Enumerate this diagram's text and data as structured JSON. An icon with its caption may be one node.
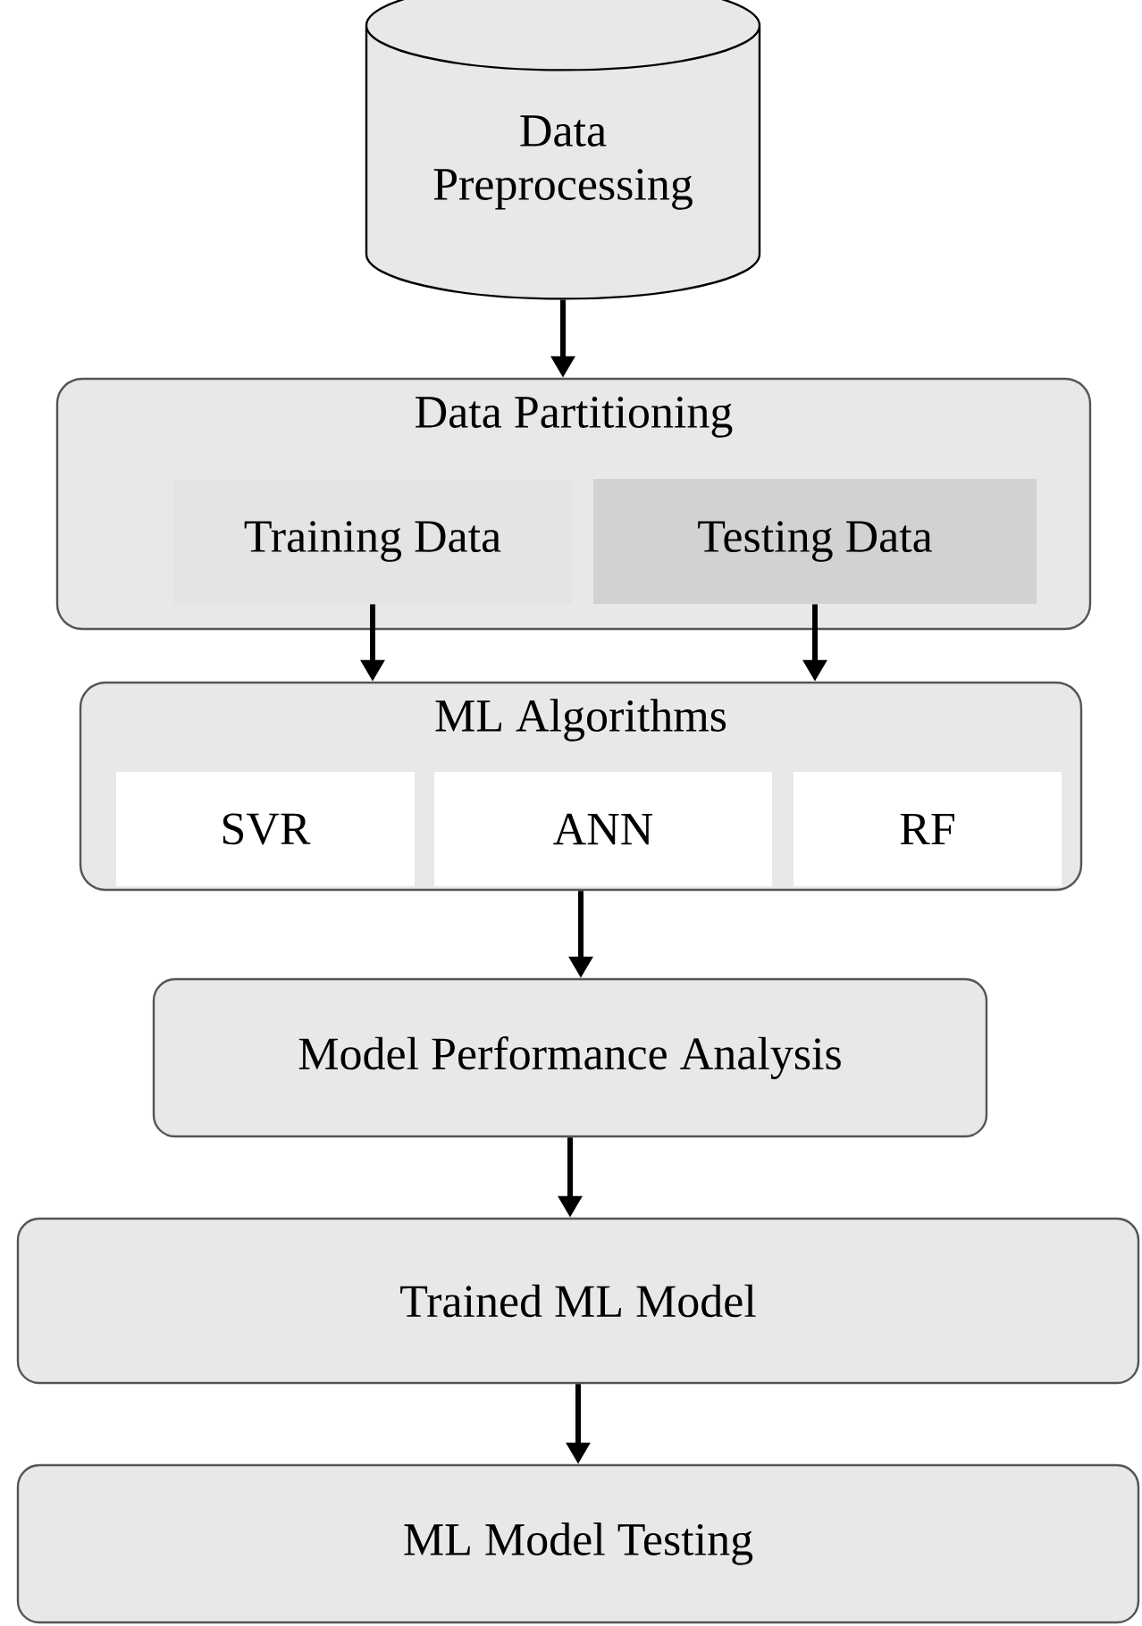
{
  "diagram": {
    "nodes": [
      {
        "text": [
          "Data Preprocessing"
        ]
      },
      {
        "text": [
          "Data Partitioning"
        ]
      },
      {
        "text": [
          "Training Data"
        ],
        "in": 1
      },
      {
        "text": [
          "Testing Data"
        ],
        "in": 1
      },
      {
        "text": [
          "ML Algorithms"
        ]
      },
      {
        "text": [
          "SVR"
        ],
        "in": 4
      },
      {
        "text": [
          "ANN"
        ],
        "in": 4
      },
      {
        "text": [
          "RF"
        ],
        "in": 4
      },
      {
        "text": [
          "Model Performance Analysis"
        ]
      },
      {
        "text": [
          "Trained ML Model"
        ]
      },
      {
        "text": [
          "ML Model Testing"
        ]
      }
    ],
    "edges": [
      {
        "from": 0,
        "to": 1,
        "arrow": "to"
      },
      {
        "from": 2,
        "to": 4,
        "arrow": "to"
      },
      {
        "from": 3,
        "to": 4,
        "arrow": "to"
      },
      {
        "from": 4,
        "to": 8,
        "arrow": "to"
      },
      {
        "from": 8,
        "to": 9,
        "arrow": "to"
      },
      {
        "from": 9,
        "to": 10,
        "arrow": "to"
      }
    ]
  }
}
